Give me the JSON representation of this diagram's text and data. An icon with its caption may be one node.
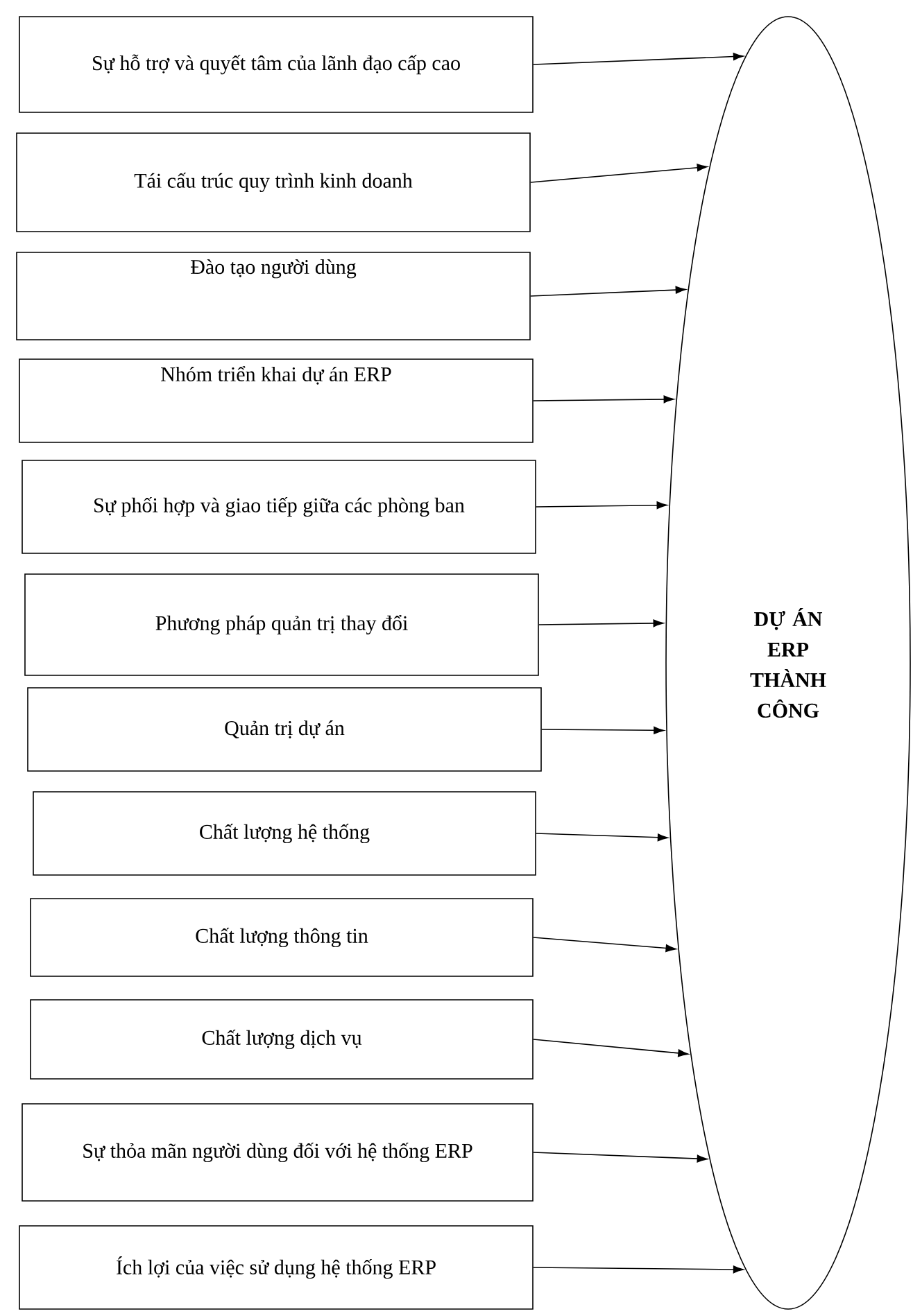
{
  "diagram": {
    "nodes": [
      {
        "text": [
          "Sự hỗ trợ và quyết tâm của lãnh đạo cấp cao"
        ]
      },
      {
        "text": [
          "Tái cấu trúc quy trình kinh doanh"
        ]
      },
      {
        "text": [
          "Đào tạo người dùng"
        ]
      },
      {
        "text": [
          "Nhóm triển khai dự án ERP"
        ]
      },
      {
        "text": [
          "Sự phối hợp và giao tiếp giữa các phòng ban"
        ]
      },
      {
        "text": [
          "Phương pháp quản trị thay đổi"
        ]
      },
      {
        "text": [
          "Quản trị dự án"
        ]
      },
      {
        "text": [
          "Chất lượng hệ thống"
        ]
      },
      {
        "text": [
          "Chất lượng thông tin"
        ]
      },
      {
        "text": [
          "Chất lượng dịch vụ"
        ]
      },
      {
        "text": [
          "Sự thỏa mãn người dùng đối với hệ thống ERP"
        ]
      },
      {
        "text": [
          "Ích lợi của việc sử dụng hệ thống ERP"
        ]
      },
      {
        "text": [
          "DỰ ÁN ERP THÀNH CÔNG"
        ]
      }
    ],
    "edges": [
      {
        "from": 0,
        "to": 12,
        "arrow": "to"
      },
      {
        "from": 1,
        "to": 12,
        "arrow": "to"
      },
      {
        "from": 2,
        "to": 12,
        "arrow": "to"
      },
      {
        "from": 3,
        "to": 12,
        "arrow": "to"
      },
      {
        "from": 4,
        "to": 12,
        "arrow": "to"
      },
      {
        "from": 5,
        "to": 12,
        "arrow": "to"
      },
      {
        "from": 6,
        "to": 12,
        "arrow": "to"
      },
      {
        "from": 7,
        "to": 12,
        "arrow": "to"
      },
      {
        "from": 8,
        "to": 12,
        "arrow": "to"
      },
      {
        "from": 9,
        "to": 12,
        "arrow": "to"
      },
      {
        "from": 10,
        "to": 12,
        "arrow": "to"
      },
      {
        "from": 11,
        "to": 12,
        "arrow": "to"
      }
    ]
  }
}
